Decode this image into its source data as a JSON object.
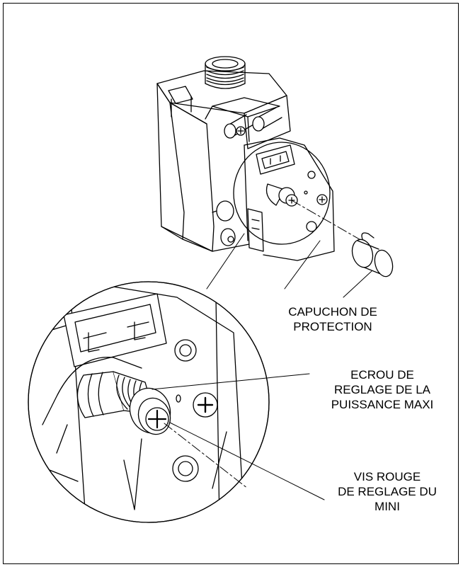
{
  "labels": {
    "cap": [
      "CAPUCHON DE",
      "PROTECTION"
    ],
    "nut": [
      "ECROU DE",
      "REGLAGE DE LA",
      "PUISSANCE MAXI"
    ],
    "screw": [
      "VIS ROUGE",
      "DE REGLAGE DU",
      "MINI"
    ]
  },
  "colors": {
    "line": "#000000",
    "background": "#ffffff"
  }
}
